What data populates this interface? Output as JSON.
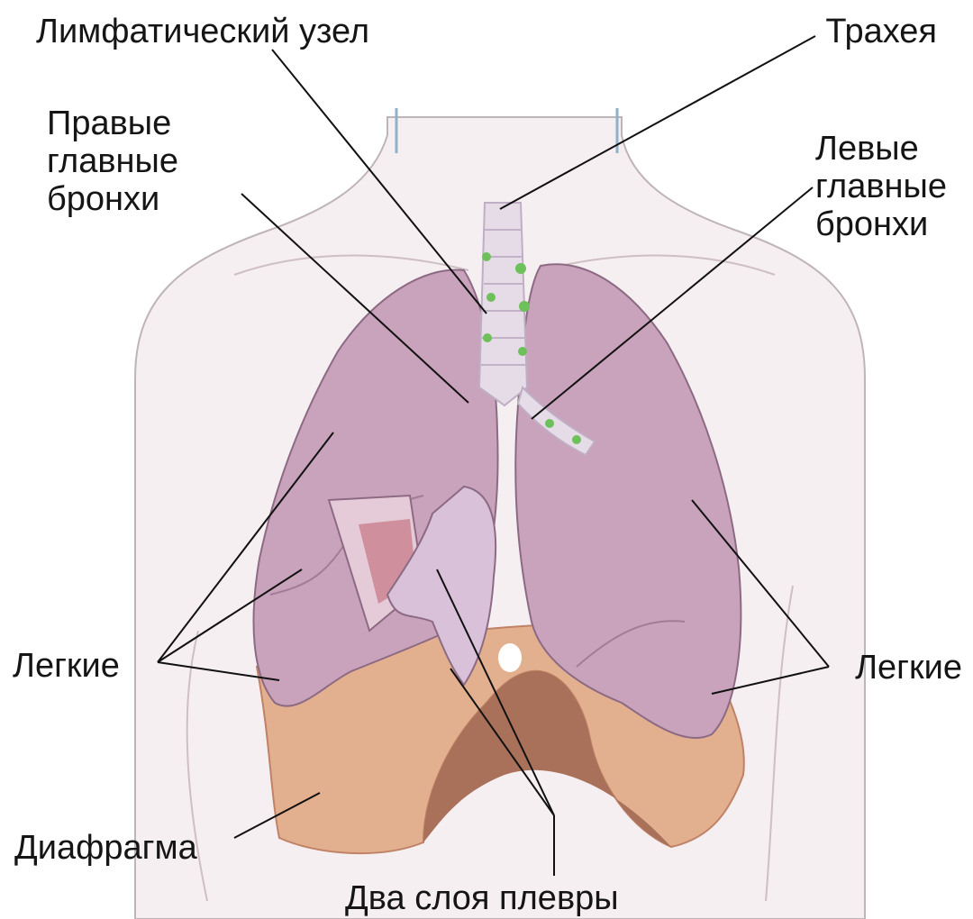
{
  "labels": {
    "lymph_node": "Лимфатический узел",
    "trachea": "Трахея",
    "right_bronchi": [
      "Правые",
      "главные",
      "бронхи"
    ],
    "left_bronchi": [
      "Левые",
      "главные",
      "бронхи"
    ],
    "lungs_right": "Легкие",
    "lungs_left": "Легкие",
    "diaphragm": "Диафрагма",
    "pleura": "Два слоя плевры"
  },
  "colors": {
    "background": "#ffffff",
    "skin_fill": "#f6eff1",
    "body_outline": "#bfb4b8",
    "lung_fill": "#c9a3bb",
    "lung_dark": "#b38ca6",
    "lung_outline": "#8d6a84",
    "diaphragm": "#e2b08f",
    "diaphragm_dark": "#bf8266",
    "cavity": "#a9715a",
    "pleura": "#d9c1da",
    "trachea": "#e6dce8",
    "lymph_node": "#6dc05a",
    "leader_line": "#111111",
    "label_text": "#151515"
  },
  "icons": [
    "lung-illustration",
    "trachea-illustration",
    "diaphragm-illustration"
  ]
}
